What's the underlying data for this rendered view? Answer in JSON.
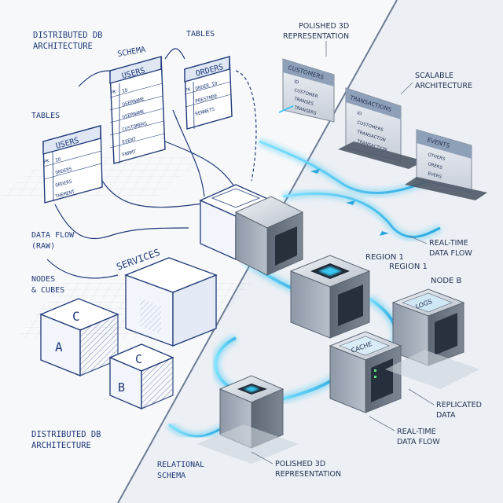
{
  "sketch_side": {
    "title_top": [
      "DISTRIBUTED DB",
      "ARCHITECTURE"
    ],
    "title_bottom": [
      "DISTRIBUTED DB",
      "ARCHITECTURE"
    ],
    "schema_label": "SCHEMA",
    "tables_label_top": "TABLES",
    "tables_label_left": "TABLES",
    "data_flow_label": [
      "DATA FLOW",
      "(RAW)"
    ],
    "nodes_label": [
      "NODES",
      "& CUBES"
    ],
    "services_label": "SERVICES",
    "relational_label": [
      "RELATIONAL",
      "SCHEMA"
    ],
    "tables": {
      "users_main": {
        "title": "USERS",
        "rows": [
          "ID",
          "USERNAME",
          "USERNAME",
          "CUSTOMERS",
          "EVENT",
          "FNRMT"
        ],
        "pk": "PK"
      },
      "orders": {
        "title": "ORDERS",
        "rows": [
          "ORDER_ID",
          "PRESTNDE",
          "RENNETS"
        ],
        "pk": "PK"
      },
      "users_left": {
        "title": "USERS",
        "rows": [
          "ID",
          "ORDERS",
          "ORDERS",
          "THEMENT"
        ],
        "pk": "PK"
      }
    },
    "cube_letters": [
      "C",
      "A",
      "C",
      "B"
    ]
  },
  "polished_side": {
    "label_top": [
      "POLISHED 3D",
      "REPRESENTATION"
    ],
    "label_bottom": [
      "POLISHED 3D",
      "REPRESENTATION"
    ],
    "scalable_label": [
      "SCALABLE",
      "ARCHITECTURE"
    ],
    "realtime_label_1": [
      "REAL-TIME",
      "DATA FLOW"
    ],
    "realtime_label_2": [
      "REAL-TIME",
      "DATA FLOW"
    ],
    "replicated_label": [
      "REPLICATED",
      "DATA"
    ],
    "region_label_1": "REGION 1",
    "region_label_2": "REGION 1",
    "node_b_label": "NODE B",
    "tables": {
      "customers": {
        "title": "CUSTOMERS",
        "rows": [
          "ID",
          "CUSTOMER",
          "TRANSES",
          "TRANSERS"
        ]
      },
      "transactions": {
        "title": "TRANSACTIONS",
        "rows": [
          "ID",
          "CUSTOMERS",
          "TRANSACTON",
          "TRANSACTION"
        ]
      },
      "events": {
        "title": "EVENTS",
        "rows": [
          "OTHERS",
          "ORERS",
          "EVERS"
        ]
      }
    },
    "node_screens": [
      "LOGS",
      "CACHE"
    ]
  },
  "colors": {
    "sketch_ink": "#1f3a78",
    "flow_glow": "#39c6f2",
    "metal": "#c9cfd8",
    "background": "#f4f6f9"
  }
}
